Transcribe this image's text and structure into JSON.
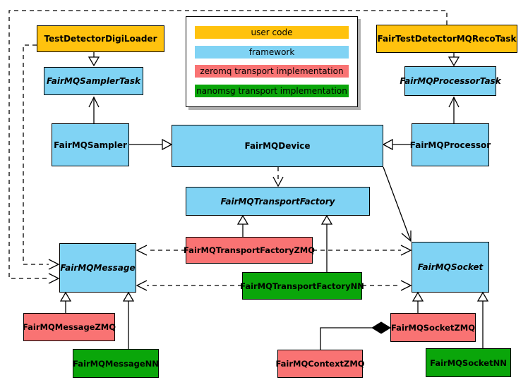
{
  "colors": {
    "user_code": "#FFC20E",
    "framework": "#80D3F4",
    "zeromq": "#F97373",
    "nanomsg": "#0AA60A",
    "border": "#000000",
    "background": "#FFFFFF"
  },
  "legend": {
    "items": [
      {
        "id": "user_code",
        "label": "user code"
      },
      {
        "id": "framework",
        "label": "framework"
      },
      {
        "id": "zeromq",
        "label": "zeromq transport implementation"
      },
      {
        "id": "nanomsg",
        "label": "nanomsg transport implementation"
      }
    ]
  },
  "nodes": {
    "test_detector_digi_loader": {
      "label": "TestDetectorDigiLoader",
      "category": "user_code",
      "abstract": false
    },
    "fair_test_detector_mq_reco_task": {
      "label": "FairTestDetectorMQRecoTask",
      "category": "user_code",
      "abstract": false
    },
    "fairmq_sampler_task": {
      "label": "FairMQSamplerTask",
      "category": "framework",
      "abstract": true
    },
    "fairmq_processor_task": {
      "label": "FairMQProcessorTask",
      "category": "framework",
      "abstract": true
    },
    "fairmq_sampler": {
      "label": "FairMQSampler",
      "category": "framework",
      "abstract": false
    },
    "fairmq_device": {
      "label": "FairMQDevice",
      "category": "framework",
      "abstract": false
    },
    "fairmq_processor": {
      "label": "FairMQProcessor",
      "category": "framework",
      "abstract": false
    },
    "fairmq_transport_factory": {
      "label": "FairMQTransportFactory",
      "category": "framework",
      "abstract": true
    },
    "fairmq_transport_factory_zmq": {
      "label": "FairMQTransportFactoryZMQ",
      "category": "zeromq",
      "abstract": false
    },
    "fairmq_transport_factory_nn": {
      "label": "FairMQTransportFactoryNN",
      "category": "nanomsg",
      "abstract": false
    },
    "fairmq_message": {
      "label": "FairMQMessage",
      "category": "framework",
      "abstract": true
    },
    "fairmq_socket": {
      "label": "FairMQSocket",
      "category": "framework",
      "abstract": true
    },
    "fairmq_message_zmq": {
      "label": "FairMQMessageZMQ",
      "category": "zeromq",
      "abstract": false
    },
    "fairmq_message_nn": {
      "label": "FairMQMessageNN",
      "category": "nanomsg",
      "abstract": false
    },
    "fairmq_socket_zmq": {
      "label": "FairMQSocketZMQ",
      "category": "zeromq",
      "abstract": false
    },
    "fairmq_context_zmq": {
      "label": "FairMQContextZMQ",
      "category": "zeromq",
      "abstract": false
    },
    "fairmq_socket_nn": {
      "label": "FairMQSocketNN",
      "category": "nanomsg",
      "abstract": false
    }
  },
  "edges": [
    {
      "from": "TestDetectorDigiLoader",
      "to": "FairMQSamplerTask",
      "type": "inheritance"
    },
    {
      "from": "FairTestDetectorMQRecoTask",
      "to": "FairMQProcessorTask",
      "type": "inheritance"
    },
    {
      "from": "FairMQSampler",
      "to": "FairMQSamplerTask",
      "type": "arrow"
    },
    {
      "from": "FairMQProcessor",
      "to": "FairMQProcessorTask",
      "type": "arrow"
    },
    {
      "from": "FairMQSampler",
      "to": "FairMQDevice",
      "type": "inheritance"
    },
    {
      "from": "FairMQProcessor",
      "to": "FairMQDevice",
      "type": "inheritance"
    },
    {
      "from": "FairMQDevice",
      "to": "FairMQTransportFactory",
      "type": "dashed-dependency"
    },
    {
      "from": "FairMQDevice",
      "to": "FairMQSocket",
      "type": "arrow"
    },
    {
      "from": "FairMQTransportFactoryZMQ",
      "to": "FairMQTransportFactory",
      "type": "inheritance"
    },
    {
      "from": "FairMQTransportFactoryNN",
      "to": "FairMQTransportFactory",
      "type": "inheritance"
    },
    {
      "from": "FairMQTransportFactoryZMQ",
      "to": "FairMQMessage",
      "type": "dashed-dependency"
    },
    {
      "from": "FairMQTransportFactoryZMQ",
      "to": "FairMQSocket",
      "type": "dashed-dependency"
    },
    {
      "from": "FairMQTransportFactoryNN",
      "to": "FairMQMessage",
      "type": "dashed-dependency"
    },
    {
      "from": "FairMQTransportFactoryNN",
      "to": "FairMQSocket",
      "type": "dashed-dependency"
    },
    {
      "from": "TestDetectorDigiLoader",
      "to": "FairMQMessage",
      "type": "dashed-dependency"
    },
    {
      "from": "FairTestDetectorMQRecoTask",
      "to": "FairMQMessage",
      "type": "dashed-dependency"
    },
    {
      "from": "FairMQMessageZMQ",
      "to": "FairMQMessage",
      "type": "inheritance"
    },
    {
      "from": "FairMQMessageNN",
      "to": "FairMQMessage",
      "type": "inheritance"
    },
    {
      "from": "FairMQSocketZMQ",
      "to": "FairMQSocket",
      "type": "inheritance"
    },
    {
      "from": "FairMQSocketNN",
      "to": "FairMQSocket",
      "type": "inheritance"
    },
    {
      "from": "FairMQSocketZMQ",
      "to": "FairMQContextZMQ",
      "type": "composition"
    }
  ]
}
